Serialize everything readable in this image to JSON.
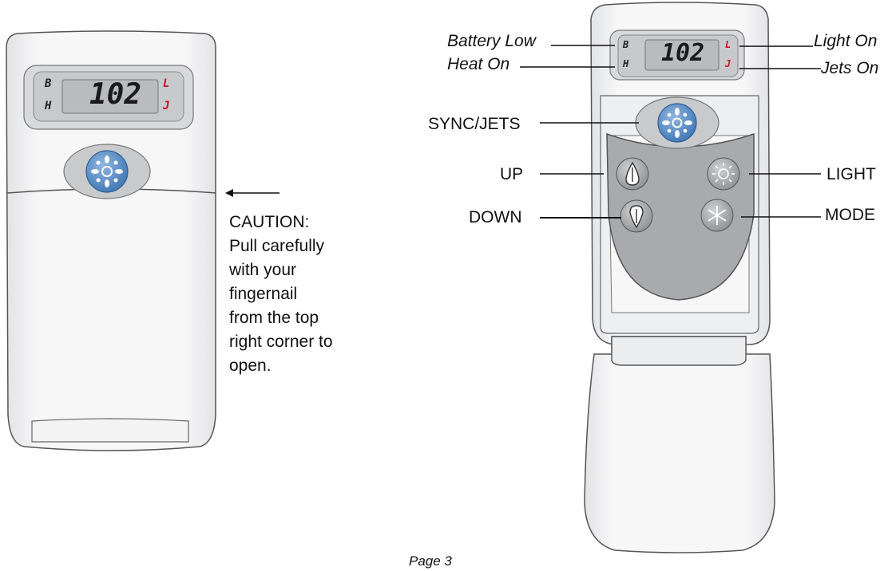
{
  "remote_closed": {
    "display": {
      "temperature": "102",
      "left_top": "B",
      "left_bottom": "H",
      "right_top": "L",
      "right_bottom": "J"
    },
    "caution": {
      "title": "CAUTION:",
      "lines": [
        "Pull carefully",
        "with your",
        "fingernail",
        "from the top",
        "right corner to",
        "open."
      ]
    }
  },
  "remote_open": {
    "display": {
      "temperature": "102",
      "left_top": "B",
      "left_bottom": "H",
      "right_top": "L",
      "right_bottom": "J"
    },
    "callouts": {
      "battery_low": "Battery Low",
      "heat_on": "Heat On",
      "light_on": "Light On",
      "jets_on": "Jets On",
      "sync_jets": "SYNC/JETS",
      "up": "UP",
      "down": "DOWN",
      "light": "LIGHT",
      "mode": "MODE"
    }
  },
  "footer": {
    "page": "Page 3"
  },
  "colors": {
    "indicator_red": "#c8102e",
    "sync_button_blue": "#5b8fc7",
    "keypad_gray": "#a8aaad",
    "lcd_gray": "#b9bbbe"
  },
  "icons": [
    "sync-jets-icon",
    "up-icon",
    "down-icon",
    "light-icon",
    "mode-icon",
    "arrow-left-icon"
  ]
}
